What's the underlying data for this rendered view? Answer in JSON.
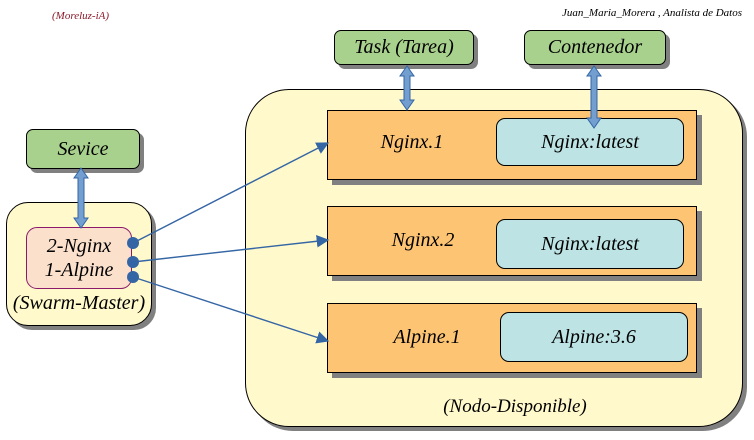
{
  "header": {
    "brand": "(Moreluz-iA)",
    "author": "Juan_Maria_Morera , Analista de Datos"
  },
  "left": {
    "service_label": "Sevice",
    "services": [
      "2-Nginx",
      "1-Alpine"
    ],
    "node_label": "(Swarm-Master)"
  },
  "top_labels": {
    "task": "Task (Tarea)",
    "container": "Contenedor"
  },
  "node": {
    "label": "(Nodo-Disponible)",
    "tasks": [
      {
        "name": "Nginx.1",
        "container": "Nginx:latest"
      },
      {
        "name": "Nginx.2",
        "container": "Nginx:latest"
      },
      {
        "name": "Alpine.1",
        "container": "Alpine:3.6"
      }
    ]
  },
  "colors": {
    "label_green": "#a9d18e",
    "node_cream": "#fff9cc",
    "task_orange": "#fdc474",
    "container_cyan": "#bde3e4",
    "service_pink": "#fbe0cc",
    "arrow_blue": "#3465a4",
    "double_arrow_blue": "#729fcf"
  }
}
